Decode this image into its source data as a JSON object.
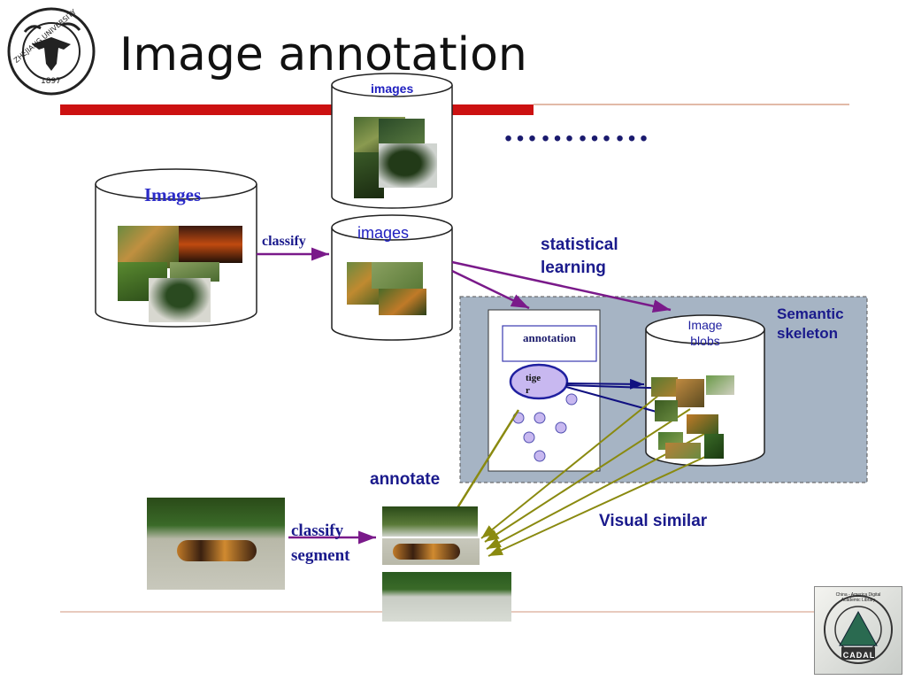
{
  "slide": {
    "title": "Image annotation",
    "ellipsis": "…………"
  },
  "diagram": {
    "db_images_main": "Images",
    "db_images_top": "images",
    "db_images_mid": "images",
    "db_image_blobs": "Image\nblobs",
    "edge_classify": "classify",
    "label_statistical_learning": "statistical\nlearning",
    "label_semantic_skeleton": "Semantic\nskeleton",
    "annotation_box": "annotation",
    "node_tiger": "tige\nr",
    "label_annotate": "annotate",
    "label_classify_segment": "classify\nsegment",
    "label_visual_similar": "Visual similar"
  },
  "logos": {
    "university": "ZHEJIANG UNIVERSITY",
    "university_year": "1897",
    "cadal": "CADAL",
    "cadal_ring": "China - America Digital Academic Library"
  },
  "colors": {
    "title_bar_red": "#cc1111",
    "panel_fill": "#a6b4c4",
    "purple_arrow": "#7a1a8a",
    "olive_arrow": "#8a8a10",
    "navy_arrow": "#101080",
    "node_fill": "#c8b8f0"
  }
}
